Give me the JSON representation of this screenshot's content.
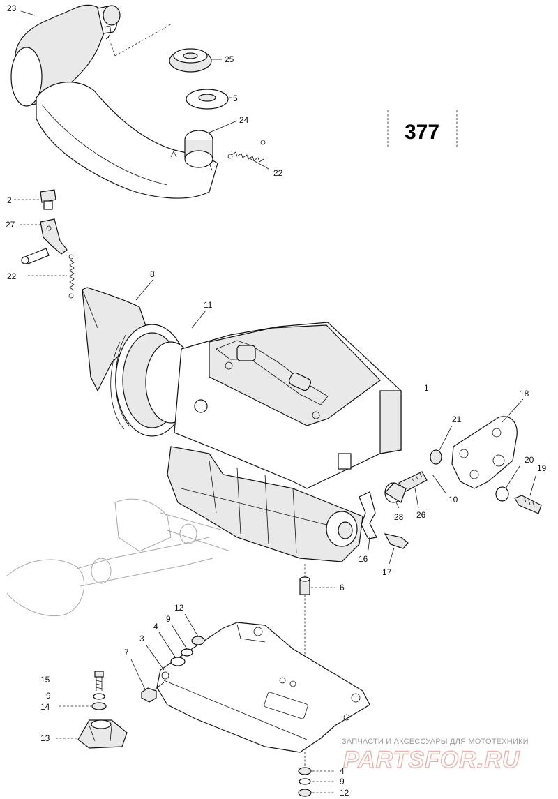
{
  "diagram_number": "377",
  "watermark": {
    "caption": "ЗАПЧАСТИ И АКСЕССУАРЫ ДЛЯ МОТОТЕХНИКИ",
    "logo": "PARTSFOR.RU"
  },
  "callouts": {
    "c23": "23",
    "c25": "25",
    "c5a": "5",
    "c24": "24",
    "c22a": "22",
    "c2": "2",
    "c27": "27",
    "c22b": "22",
    "c8": "8",
    "c11": "11",
    "c1": "1",
    "c18": "18",
    "c21": "21",
    "c20": "20",
    "c19": "19",
    "c10": "10",
    "c28": "28",
    "c26": "26",
    "c16": "16",
    "c17": "17",
    "c6": "6",
    "c12a": "12",
    "c9a": "9",
    "c4a": "4",
    "c3": "3",
    "c7": "7",
    "c15": "15",
    "c9b": "9",
    "c14": "14",
    "c13": "13",
    "c4b": "4",
    "c9c": "9",
    "c12b": "12"
  }
}
